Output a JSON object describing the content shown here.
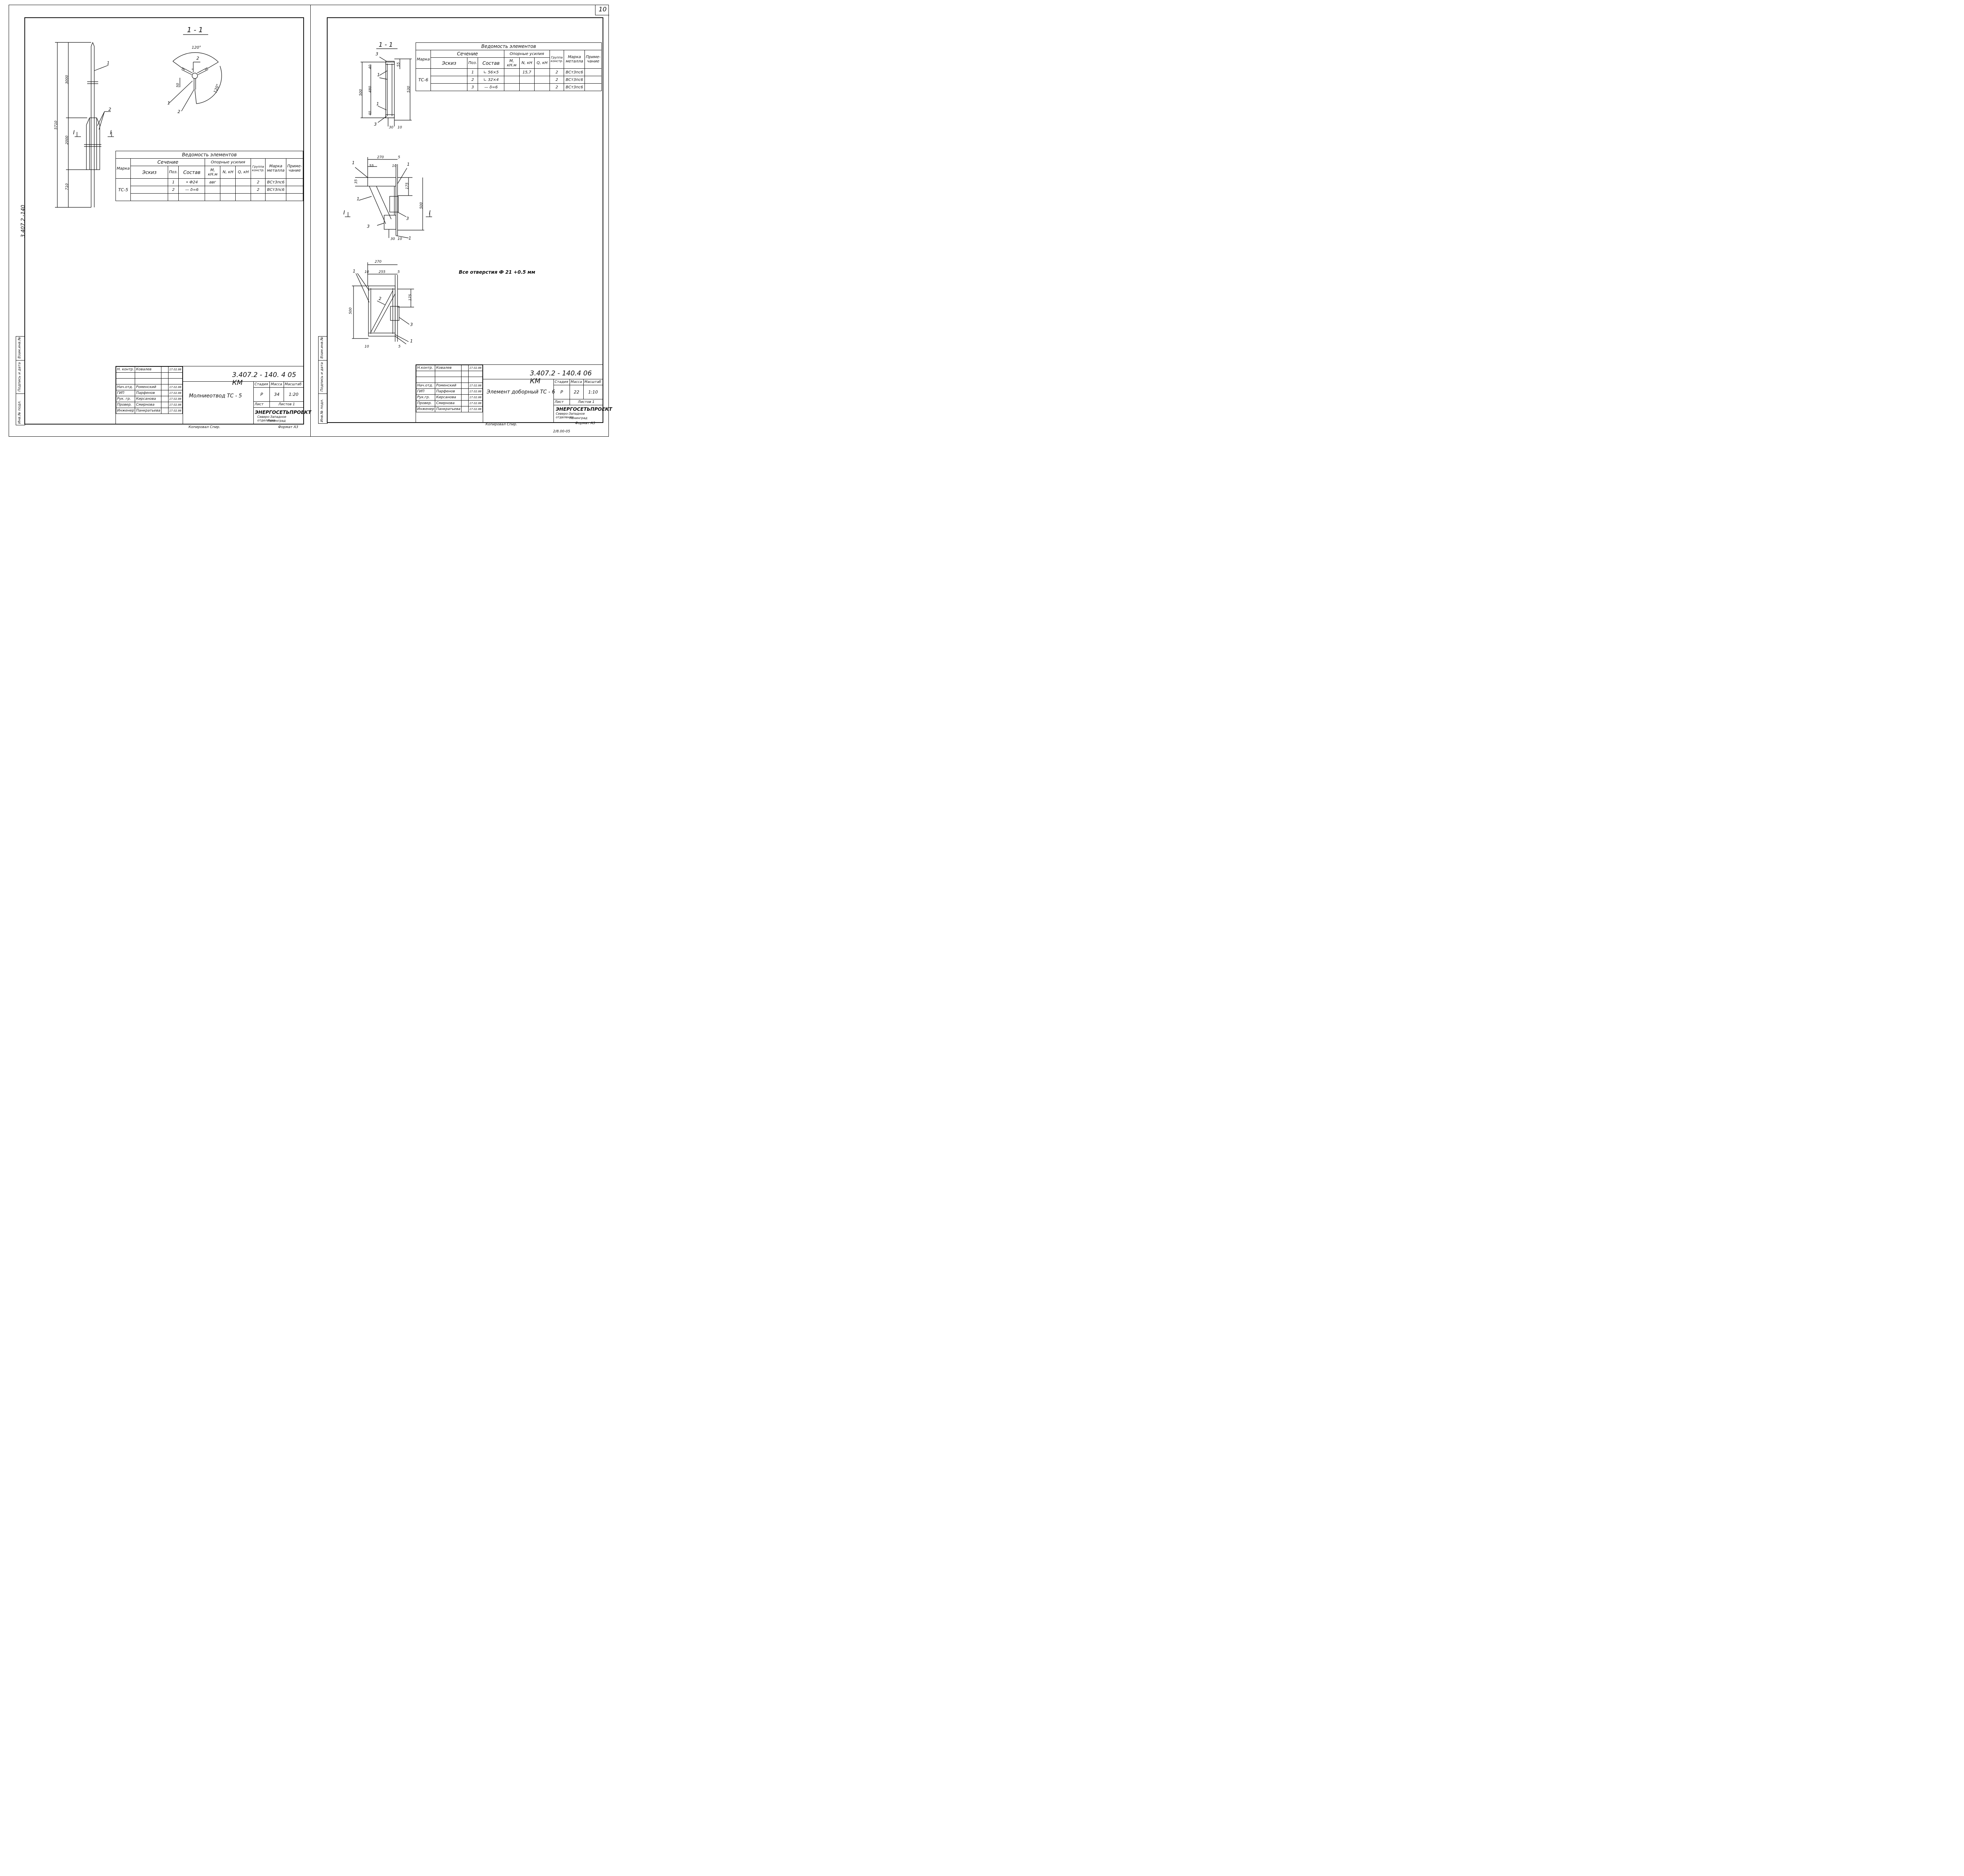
{
  "sheet_number": "10",
  "vertical_code": "3.407.2 -140",
  "side_stamp": [
    "Инв.№ подл.",
    "Подпись и дата",
    "Взам.инв.№"
  ],
  "left": {
    "section_title": "1 - 1",
    "angle_top": "120°",
    "angle_right": "120°",
    "dims": {
      "total": "5710",
      "d1": "3000",
      "d2": "2000",
      "d3": "710",
      "sec": "50"
    },
    "leaders": {
      "one": "1",
      "two": "2"
    },
    "cut_label": "I",
    "table": {
      "title": "Ведомость  элементов",
      "h_mark": "Марка",
      "h_section": "Сечение",
      "h_sketch": "Эскиз",
      "h_pos": "Поз.",
      "h_comp": "Состав",
      "h_forces": "Опорные усилия",
      "h_m": "M, кН.м",
      "h_n": "N, кН",
      "h_q": "Q, кН",
      "h_group": "Группа констр.",
      "h_steel": "Марка металла",
      "h_note": "Приме-чание",
      "mark": "ТС-5",
      "rows": [
        {
          "pos": "1",
          "comp": "• Ф24",
          "m": "авг",
          "n": "",
          "q": "",
          "group": "2",
          "steel": "ВСт3пс6"
        },
        {
          "pos": "2",
          "comp": "— δ=6",
          "m": "",
          "n": "",
          "q": "",
          "group": "2",
          "steel": "ВСт3пс6"
        }
      ]
    },
    "title_block": {
      "code": "3.407.2 - 140. 4  05 КМ",
      "name": "Молниеотвод  ТС - 5",
      "stage_h": "Стадия",
      "mass_h": "Масса",
      "scale_h": "Масштаб",
      "stage": "Р",
      "mass": "34",
      "scale": "1:20",
      "sheet_h": "Лист",
      "sheets_h": "Листов 1",
      "org": "ЭНЕРГОСЕТЬПРОЕКТ",
      "org_sub": "Северо-Западное отделение",
      "city": "Ленинград",
      "people": [
        {
          "role": "Н. контр.",
          "name": "Ковалев",
          "date": "17.02.86"
        },
        {
          "role": "Нач.отд.",
          "name": "Роменский",
          "date": "17.02.86"
        },
        {
          "role": "ГИП",
          "name": "Парфенов",
          "date": "17.02.86"
        },
        {
          "role": "Рук. гр.",
          "name": "Кирсанова",
          "date": "17.02.86"
        },
        {
          "role": "Провер.",
          "name": "Смирнова",
          "date": "17.02.86"
        },
        {
          "role": "Инженер",
          "name": "Панкратьева",
          "date": "17.02.86"
        }
      ]
    },
    "copied": "Копировал  Спир.",
    "format": "Формат А3"
  },
  "right": {
    "section_title": "1 - 1",
    "note": "Все  отверстия  Ф 21 +0.5 мм",
    "dims_a": {
      "h500": "500",
      "h480": "480",
      "h530": "530",
      "t40a": "40",
      "t40b": "40",
      "t55": "55",
      "b30": "30",
      "b10": "10"
    },
    "dims_b": {
      "w270": "270",
      "w5": "5",
      "w55": "55",
      "w10": "10",
      "h175": "175",
      "h500": "500",
      "h35": "35",
      "b30": "30",
      "b10": "10"
    },
    "dims_c": {
      "w270": "270",
      "w10": "10",
      "w255": "255",
      "w5": "5",
      "h175": "175",
      "h500": "500",
      "b10": "10",
      "b5": "5"
    },
    "leaders": {
      "one": "1",
      "two": "2",
      "three": "3"
    },
    "cut_label": "I",
    "table": {
      "title": "Ведомость  элементов",
      "h_mark": "Марка",
      "h_section": "Сечение",
      "h_sketch": "Эскиз",
      "h_pos": "Поз.",
      "h_comp": "Состав",
      "h_forces": "Опорные усилия",
      "h_m": "M, кН.м",
      "h_n": "N, кН",
      "h_q": "Q, кН",
      "h_group": "Группа констр.",
      "h_steel": "Марка металла",
      "h_note": "Приме-чание",
      "mark": "ТС-6",
      "rows": [
        {
          "pos": "1",
          "comp": "∟ 56×5",
          "m": "",
          "n": "15,7",
          "q": "",
          "group": "2",
          "steel": "ВСт3пс6"
        },
        {
          "pos": "2",
          "comp": "∟ 32×4",
          "m": "",
          "n": "",
          "q": "",
          "group": "2",
          "steel": "ВСт3пс6"
        },
        {
          "pos": "3",
          "comp": "— δ=6",
          "m": "",
          "n": "",
          "q": "",
          "group": "2",
          "steel": "ВСт3пс6"
        }
      ]
    },
    "title_block": {
      "code": "3.407.2 - 140.4  06 КМ",
      "name": "Элемент  доборный  ТС - 6",
      "stage_h": "Стадия",
      "mass_h": "Масса",
      "scale_h": "Масштаб",
      "stage": "Р",
      "mass": "22",
      "scale": "1:10",
      "sheet_h": "Лист",
      "sheets_h": "Листов 1",
      "org": "ЭНЕРГОСЕТЬПРОЕКТ",
      "org_sub": "Северо-Западное отделение",
      "city": "Ленинград",
      "people": [
        {
          "role": "Н.контр.",
          "name": "Ковалев",
          "date": "17.02.86"
        },
        {
          "role": "Нач.отд.",
          "name": "Роменский",
          "date": "17.02.86"
        },
        {
          "role": "ГИП",
          "name": "Парфенов",
          "date": "17.02.86"
        },
        {
          "role": "Рук.гр.",
          "name": "Кирсанова",
          "date": "17.02.86"
        },
        {
          "role": "Провер.",
          "name": "Смирнова",
          "date": "17.02.86"
        },
        {
          "role": "Инженер",
          "name": "Панкратьева",
          "date": "17.02.86"
        }
      ]
    },
    "copied": "Копировал  Спир.",
    "format": "Формат А3",
    "footer_code": "2/8.00-05"
  }
}
